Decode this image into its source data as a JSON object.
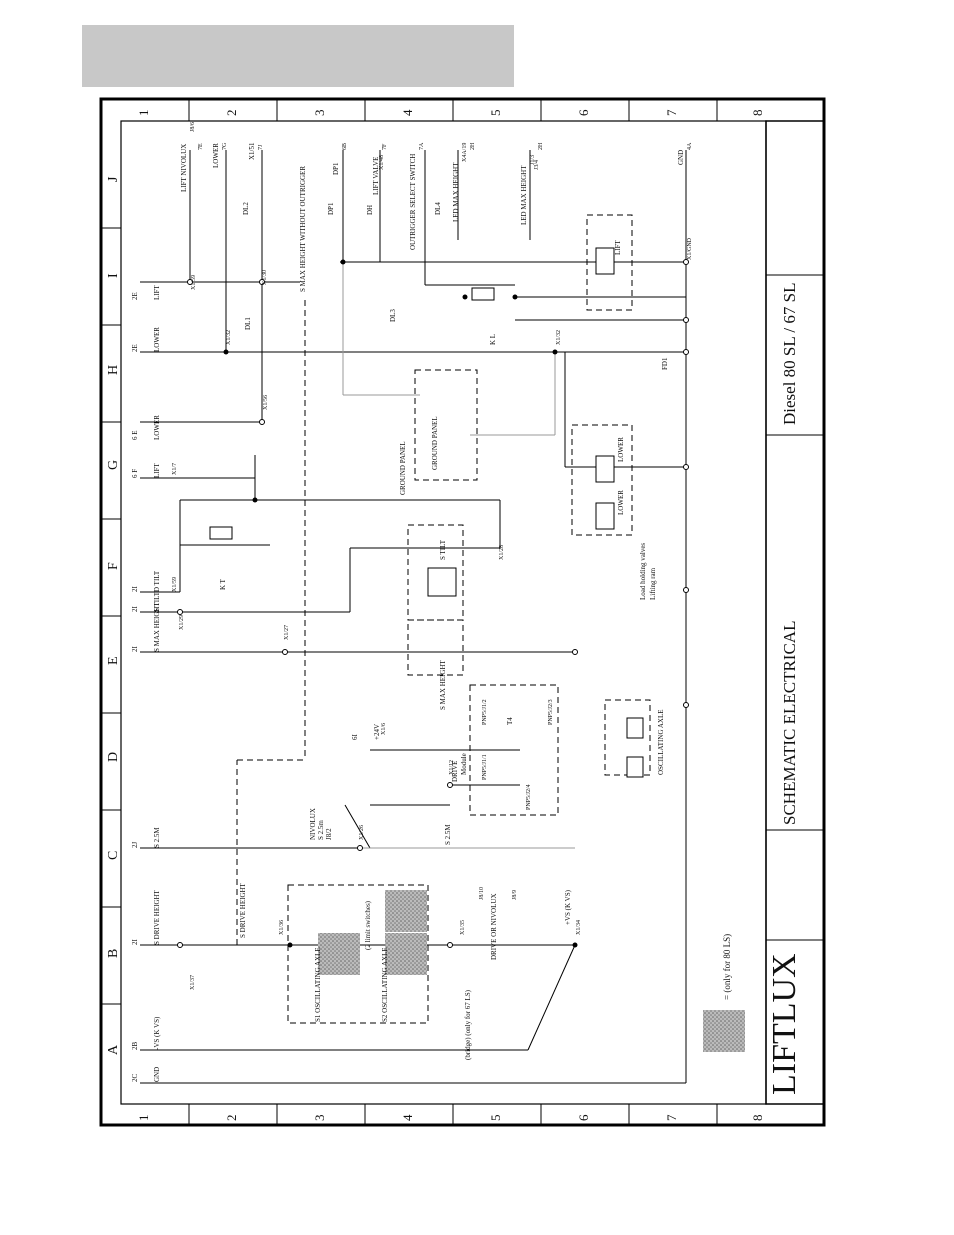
{
  "header_bar": {
    "color": "#c8c8c8"
  },
  "frame": {
    "row_numbers": [
      "1",
      "2",
      "3",
      "4",
      "5",
      "6",
      "7",
      "8"
    ],
    "col_letters": [
      "A",
      "B",
      "C",
      "D",
      "E",
      "F",
      "G",
      "H",
      "I",
      "J"
    ]
  },
  "title_block": {
    "brand": "LIFTLUX",
    "drawing_title": "SCHEMATIC ELECTRICAL",
    "model": "Diesel 80 SL / 67 SL",
    "legend_text": "= (only for 80 LS)"
  },
  "left_labels": [
    {
      "code": "2C",
      "name": "GND"
    },
    {
      "code": "2B",
      "name": "-VS (K VS)"
    },
    {
      "code": "2I",
      "name": "S DRIVE HEIGHT"
    },
    {
      "code": "2J",
      "name": "S 2.5M"
    },
    {
      "code": "6I",
      "name": "+24V"
    },
    {
      "code": "2I",
      "name": "S MAX HEIGHT"
    },
    {
      "code": "2I",
      "name": "S TILT"
    },
    {
      "code": "2I",
      "name": "D TILT"
    },
    {
      "code": "6 F",
      "name": "LIFT"
    },
    {
      "code": "6 E",
      "name": "LOWER"
    },
    {
      "code": "2E",
      "name": "LOWER"
    },
    {
      "code": "2E",
      "name": "LIFT"
    }
  ],
  "top_labels": [
    {
      "name": "LIFT NIVOLUX",
      "code": "J8/6",
      "ref": "7E"
    },
    {
      "name": "LOWER",
      "ref": "7G"
    },
    {
      "name": "X1/51",
      "ref": "7J"
    },
    {
      "name": "S MAX HEIGHT WITHOUT OUTRIGGER"
    },
    {
      "name": "DP1",
      "ref": "6B"
    },
    {
      "name": "LIFT VALVE",
      "ref": "7F"
    },
    {
      "name": "OUTRIGGER SELECT SWITCH",
      "ref": "7A"
    },
    {
      "name": "LED MAX HEIGHT",
      "code": "X4A/19",
      "ref": "2H"
    },
    {
      "name": "LED MAX HEIGHT",
      "code": "J1/3",
      "ref": "2H"
    },
    {
      "name": "GND",
      "ref": "4A"
    }
  ],
  "component_labels": {
    "dl1": "DL1",
    "dl2": "DL2",
    "dl3": "DL3",
    "dl4": "DL4",
    "dp1": "DP1",
    "dh": "DH",
    "fd1": "FD1",
    "kl": "K L",
    "kt": "K T",
    "t4": "T4",
    "lift": "LIFT",
    "lower": "LOWER",
    "lower2": "LOWER",
    "ground_panel": "GROUND PANEL",
    "ground_panel2": "GROUND PANEL",
    "s_tilt": "S TILT",
    "s_max_height": "S MAX HEIGHT",
    "s_25m": "S 2.5M",
    "s_drive_height": "S DRIVE HEIGHT",
    "module": "Module",
    "drive": "DRIVE",
    "nivolux": "NIVOLUX",
    "nivolux_s": "S 2.5m",
    "nivolux_j": "J8/2",
    "oscillating_axle": "OSCILLATING AXLE",
    "s1_osc": "S1 OSCILLATING AXLE",
    "s2_osc": "S2 OSCILLATING AXLE",
    "limit_switches": "(2 limit switches)",
    "bridge": "(bridge) (only for 67 LS)",
    "drive_or_nivolux": "DRIVE OR NIVOLUX",
    "vs_kvs": "+VS (K VS)",
    "load_holding": "Load holding valves",
    "lifting_ram": "Lifting ram"
  },
  "terminals": {
    "x1_37": "X1/37",
    "x1_36": "X1/36",
    "x1_35": "X1/35",
    "x1_34": "X1/34",
    "x1_26": "X1/26",
    "x1_12": "X1/12",
    "x1_6": "X1/6",
    "x1_27": "X1/27",
    "x1_29": "X1/29",
    "x1_59": "X1/59",
    "x1_7": "X1/7",
    "x1_56": "X1/56",
    "x1_32": "X1/32",
    "x1_30": "X1/30",
    "x1_59b": "X1/59",
    "x1_28": "X1/28",
    "x1_48": "X1/48",
    "x1_gnd": "X1/GND",
    "x1_32b": "X1/32",
    "pnp51_1": "PNP5/J1/1",
    "pnp51_2": "PNP5/J1/2",
    "pnp52_4": "PNP5/J2/4",
    "pnp52_3": "PNP5/J2/3",
    "j8_10": "J8/10",
    "j8_9": "J8/9",
    "j3_5": "J3/4"
  }
}
